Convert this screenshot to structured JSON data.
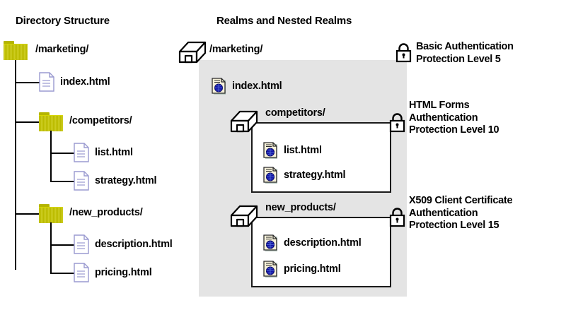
{
  "panels": {
    "left_title": "Directory Structure",
    "right_title": "Realms and Nested Realms"
  },
  "directory_structure": {
    "root": {
      "icon": "folder-icon",
      "label": "/marketing/"
    },
    "children": [
      {
        "icon": "document-icon",
        "label": "index.html",
        "type": "file"
      },
      {
        "icon": "folder-icon",
        "label": "/competitors/",
        "type": "folder"
      },
      {
        "icon": "document-icon",
        "label": "list.html",
        "type": "file",
        "depth": 2
      },
      {
        "icon": "document-icon",
        "label": "strategy.html",
        "type": "file",
        "depth": 2
      },
      {
        "icon": "folder-icon",
        "label": "/new_products/",
        "type": "folder"
      },
      {
        "icon": "document-icon",
        "label": "description.html",
        "type": "file",
        "depth": 2
      },
      {
        "icon": "document-icon",
        "label": "pricing.html",
        "type": "file",
        "depth": 2
      }
    ]
  },
  "realms": {
    "root": {
      "icon": "realm-house-icon",
      "label": "/marketing/",
      "files": [
        {
          "icon": "html-document-icon",
          "label": "index.html"
        }
      ],
      "lock": {
        "icon": "lock-icon",
        "lines": [
          "Basic Authentication",
          "Protection Level 5"
        ],
        "method": "Basic Authentication",
        "protection_level": "Protection Level 5"
      }
    },
    "nested": [
      {
        "icon": "realm-house-icon",
        "label": "competitors/",
        "files": [
          {
            "icon": "html-document-icon",
            "label": "list.html"
          },
          {
            "icon": "html-document-icon",
            "label": "strategy.html"
          }
        ],
        "lock": {
          "icon": "lock-icon",
          "lines": [
            "HTML Forms",
            "Authentication",
            "Protection Level 10"
          ],
          "method": "HTML Forms Authentication",
          "protection_level": "Protection Level 10"
        }
      },
      {
        "icon": "realm-house-icon",
        "label": "new_products/",
        "files": [
          {
            "icon": "html-document-icon",
            "label": "description.html"
          },
          {
            "icon": "html-document-icon",
            "label": "pricing.html"
          }
        ],
        "lock": {
          "icon": "lock-icon",
          "lines": [
            "X509 Client Certificate",
            "Authentication",
            "Protection Level 15"
          ],
          "method": "X509 Client Certificate Authentication",
          "protection_level": "Protection Level 15"
        }
      }
    ]
  },
  "colors": {
    "folder": "#c5c500",
    "panel_background": "#e4e4e4",
    "realm_border": "#1a1a1a",
    "document_border": "#9a9ad0",
    "globe": "#1515a8",
    "text": "#000000"
  }
}
